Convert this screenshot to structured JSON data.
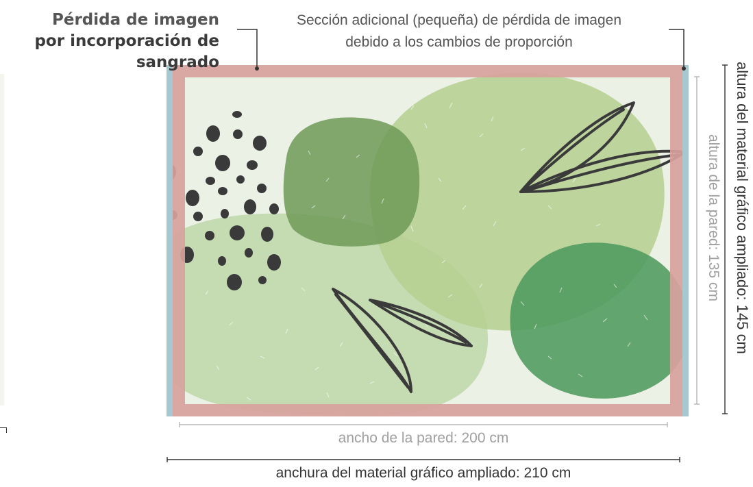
{
  "callouts": {
    "bleed_loss": {
      "line1": "Pérdida de imagen",
      "line2": "por incorporación de",
      "line3": "sangrado"
    },
    "ratio_loss": {
      "line1": "Sección adicional (pequeña) de pérdida de imagen",
      "line2": "debido a los cambios de proporción"
    }
  },
  "dimensions": {
    "wall_width": "ancho de la pared: 200 cm",
    "material_width": "anchura del material gráfico ampliado: 210 cm",
    "wall_height": "altura de la pared: 135 cm",
    "material_height": "altura del material gráfico ampliado: 145 cm"
  },
  "colors": {
    "bleed_frame": "#d7a29c",
    "ratio_strip": "#a7c8d0",
    "canvas_bg": "#ecf1e6",
    "blob_light_green": "#c3dab0",
    "blob_olive": "#b5cf8f",
    "blob_dark_olive": "#6e9a57",
    "blob_forest": "#4f9a5f",
    "ink": "#3a3a3a"
  },
  "icons": {
    "artwork": "abstract-leaves-and-dots-illustration"
  }
}
